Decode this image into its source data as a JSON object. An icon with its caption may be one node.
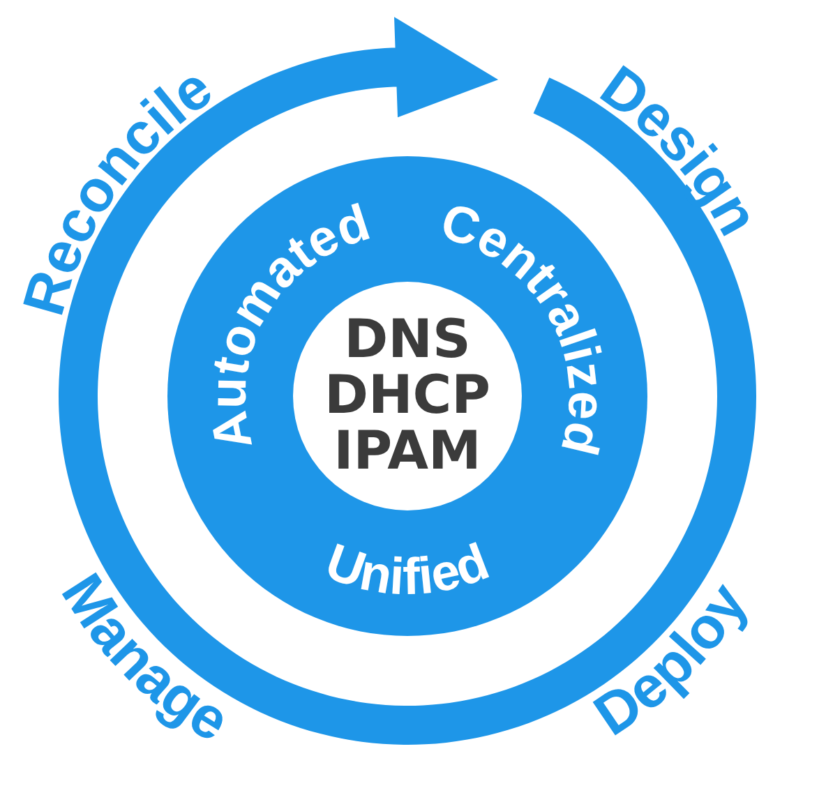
{
  "diagram": {
    "nodes": [
      {
        "text": [
          "Automated",
          "Centralized",
          "Unified"
        ]
      },
      {
        "text": [
          "DNS DHCP IPAM"
        ],
        "in": 0
      }
    ],
    "labels": [
      "Reconcile",
      "Design",
      "Manage",
      "Deploy"
    ]
  }
}
